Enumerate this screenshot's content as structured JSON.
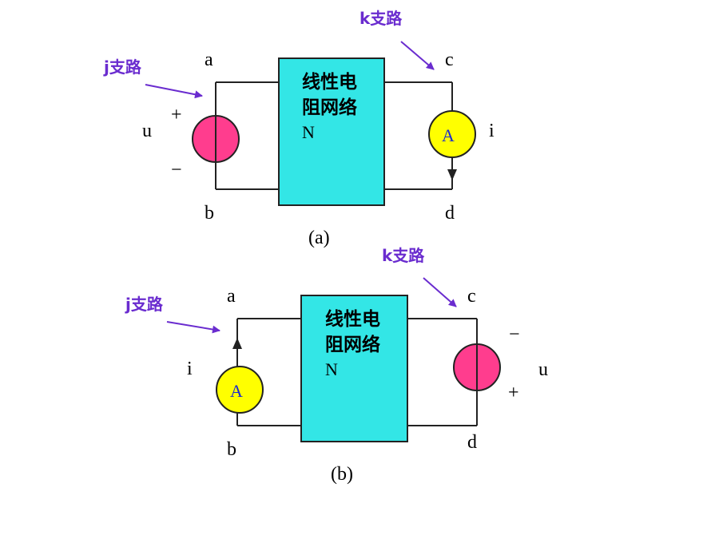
{
  "colors": {
    "network_fill": "#33e6e6",
    "voltage_source_fill": "#ff3d8e",
    "ammeter_fill": "#ffff00",
    "branch_label": "#6a2ccf",
    "ammeter_text": "#1a2bd0"
  },
  "diagram_a": {
    "caption": "(a)",
    "network_line1": "线性电",
    "network_line2": "阻网络",
    "network_name": "N",
    "branch_j": "j支路",
    "branch_k": "k支路",
    "node_a": "a",
    "node_b": "b",
    "node_c": "c",
    "node_d": "d",
    "voltage": "u",
    "plus": "+",
    "minus": "−",
    "current": "i",
    "ammeter": "A"
  },
  "diagram_b": {
    "caption": "(b)",
    "network_line1": "线性电",
    "network_line2": "阻网络",
    "network_name": "N",
    "branch_j": "j支路",
    "branch_k": "k支路",
    "node_a": "a",
    "node_b": "b",
    "node_c": "c",
    "node_d": "d",
    "voltage": "u",
    "plus": "+",
    "minus": "−",
    "current": "i",
    "ammeter": "A"
  }
}
